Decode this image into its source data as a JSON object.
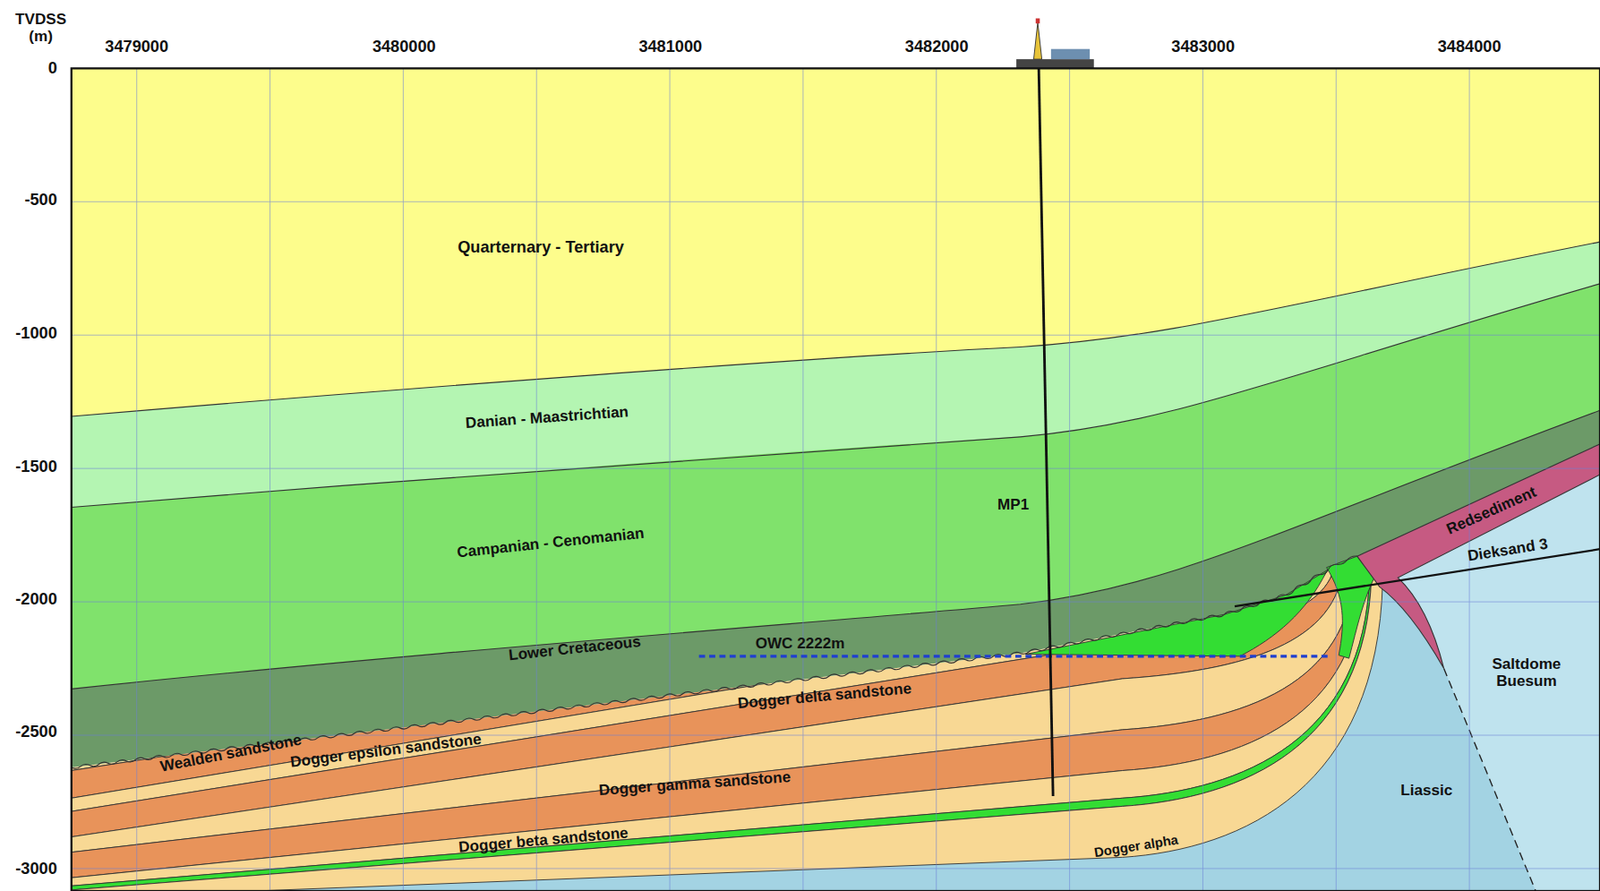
{
  "diagram": {
    "labels": [
      "TVDSS (m)",
      "3479000",
      "3480000",
      "3481000",
      "3482000",
      "3483000",
      "3484000",
      "0",
      "-500",
      "-1000",
      "-1500",
      "-2000",
      "-2500",
      "-3000",
      "Quarternary - Tertiary",
      "Danian - Maastrichtian",
      "Campanian - Cenomanian",
      "Lower Cretaceous",
      "OWC 2222m",
      "MP1",
      "Redsediment",
      "Dieksand 3",
      "Saltdome Buesum",
      "Dogger delta sandstone",
      "Wealden sandstone",
      "Dogger epsilon sandstone",
      "Dogger gamma sandstone",
      "Dogger beta sandstone",
      "Dogger alpha",
      "Liassic"
    ]
  }
}
